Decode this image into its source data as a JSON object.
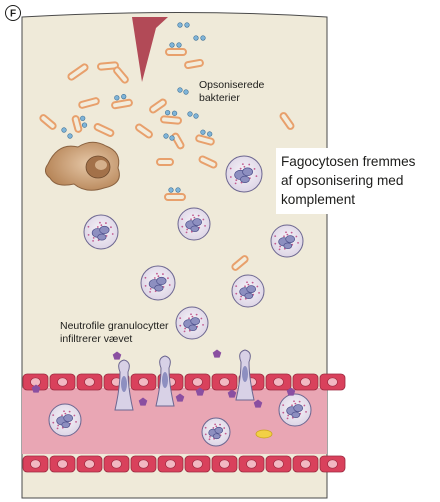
{
  "figure": {
    "panel_letter": "F",
    "labels": {
      "bacteria_line1": "Opsoniserede",
      "bacteria_line2": "bakterier",
      "neutrophils_line1": "Neutrofile granulocytter",
      "neutrophils_line2": "infiltrerer vævet"
    },
    "caption": {
      "line1": "Fagocytosen fremmes",
      "line2": "af opsonisering med",
      "line3": "komplement"
    },
    "colors": {
      "tissue": "#efead9",
      "tissue_outline": "#4a4a4a",
      "bacterium_fill": "#f2ecdc",
      "bacterium_outline": "#e8a06c",
      "complement": "#7fb4d8",
      "neutrophil_fill": "#ebe6f0",
      "neutrophil_nucleus": "#8d8fc0",
      "endothelium": "#d9415c",
      "vessel_lumen": "#e9a6b4",
      "wound": "#b24a57",
      "macrophage": "#c99a6b",
      "mediators": "#8a4fa1",
      "platelet": "#f2d045"
    }
  }
}
